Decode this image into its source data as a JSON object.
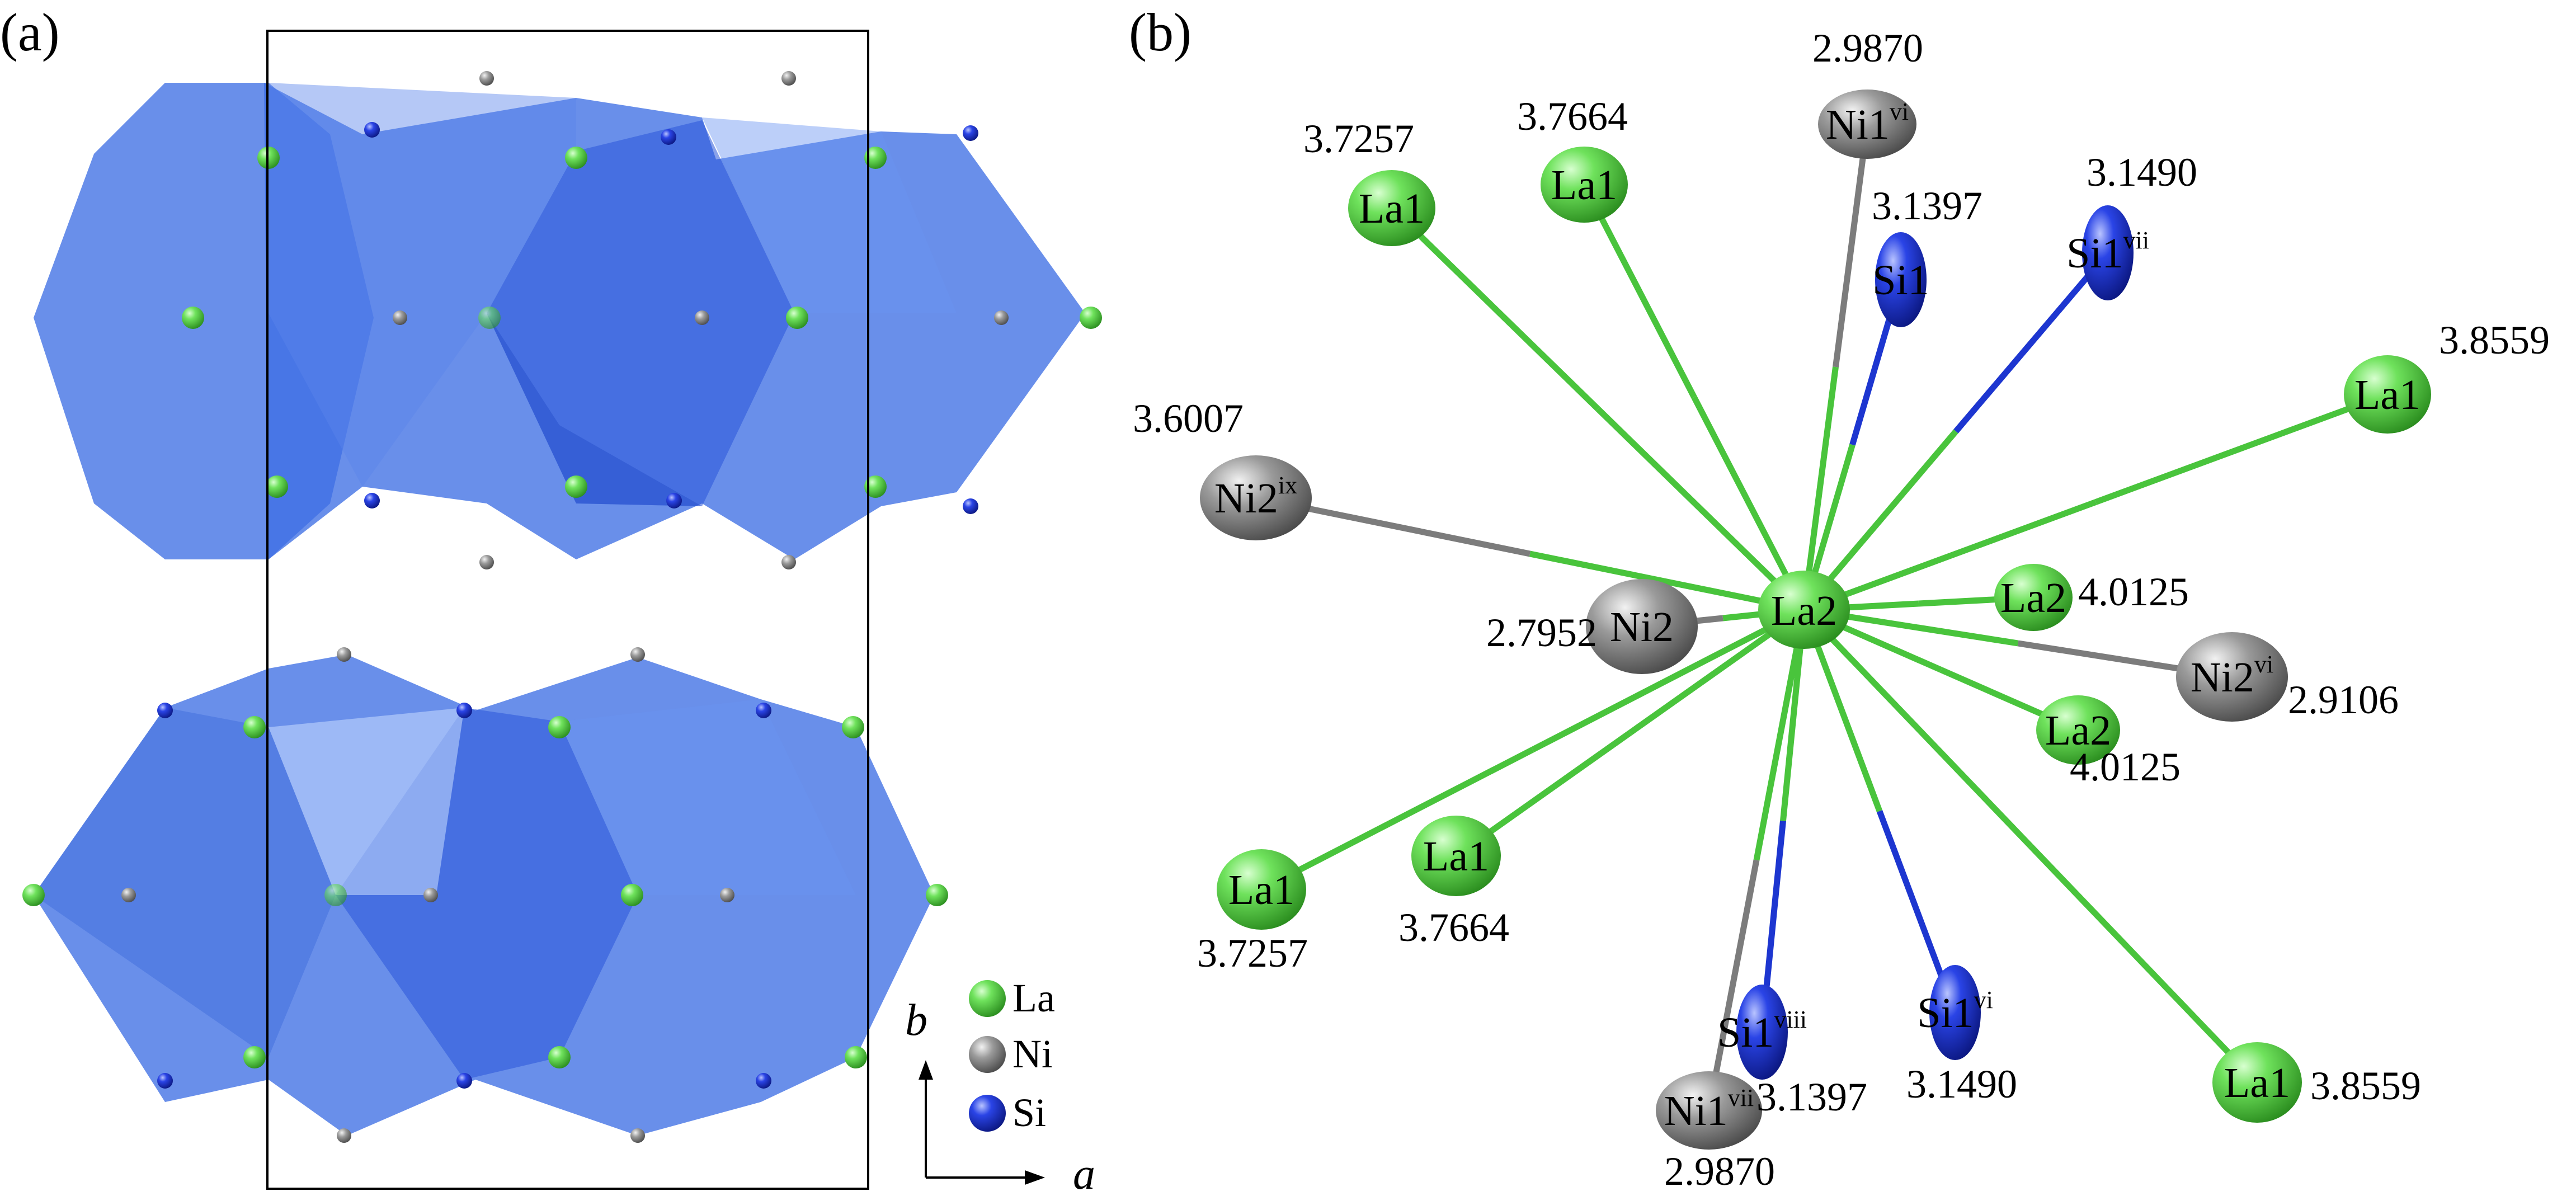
{
  "panels": {
    "a": "(a)",
    "b": "(b)"
  },
  "legend": {
    "items": [
      {
        "label": "La",
        "color": "#55d848"
      },
      {
        "label": "Ni",
        "color": "#8f8f8f"
      },
      {
        "label": "Si",
        "color": "#1f36d6"
      }
    ]
  },
  "axes": {
    "b": "b",
    "a": "a"
  },
  "colors": {
    "polyhedron": "#3f70e4",
    "la": "#55d848",
    "ni": "#8f8f8f",
    "si": "#1f36d6"
  },
  "center": {
    "label": "La2"
  },
  "neighbors": [
    {
      "id": "la1-tl",
      "atom": "La1",
      "sup": "",
      "type": "La",
      "dist": "3.7257"
    },
    {
      "id": "la1-tm",
      "atom": "La1",
      "sup": "",
      "type": "La",
      "dist": "3.7664"
    },
    {
      "id": "ni1-top",
      "atom": "Ni1",
      "sup": "vi",
      "type": "Ni",
      "dist": "2.9870"
    },
    {
      "id": "si1-top",
      "atom": "Si1",
      "sup": "",
      "type": "Si",
      "dist": "3.1397"
    },
    {
      "id": "si1-vii",
      "atom": "Si1",
      "sup": "vii",
      "type": "Si",
      "dist": "3.1490"
    },
    {
      "id": "la1-r",
      "atom": "La1",
      "sup": "",
      "type": "La",
      "dist": "3.8559"
    },
    {
      "id": "ni2-ix",
      "atom": "Ni2",
      "sup": "ix",
      "type": "Ni",
      "dist": "3.6007"
    },
    {
      "id": "ni2-c",
      "atom": "Ni2",
      "sup": "",
      "type": "Ni",
      "dist": "2.7952"
    },
    {
      "id": "la2-a",
      "atom": "La2",
      "sup": "",
      "type": "La",
      "dist": "4.0125"
    },
    {
      "id": "ni2-vi",
      "atom": "Ni2",
      "sup": "vi",
      "type": "Ni",
      "dist": "2.9106"
    },
    {
      "id": "la2-b",
      "atom": "La2",
      "sup": "",
      "type": "La",
      "dist": "4.0125"
    },
    {
      "id": "la1-bl",
      "atom": "La1",
      "sup": "",
      "type": "La",
      "dist": "3.7257"
    },
    {
      "id": "la1-bm",
      "atom": "La1",
      "sup": "",
      "type": "La",
      "dist": "3.7664"
    },
    {
      "id": "si1-viii",
      "atom": "Si1",
      "sup": "viii",
      "type": "Si",
      "dist": "3.1397"
    },
    {
      "id": "si1-vi",
      "atom": "Si1",
      "sup": "vi",
      "type": "Si",
      "dist": "3.1490"
    },
    {
      "id": "ni1-vii",
      "atom": "Ni1",
      "sup": "vii",
      "type": "Ni",
      "dist": "2.9870"
    },
    {
      "id": "la1-br",
      "atom": "La1",
      "sup": "",
      "type": "La",
      "dist": "3.8559"
    }
  ]
}
